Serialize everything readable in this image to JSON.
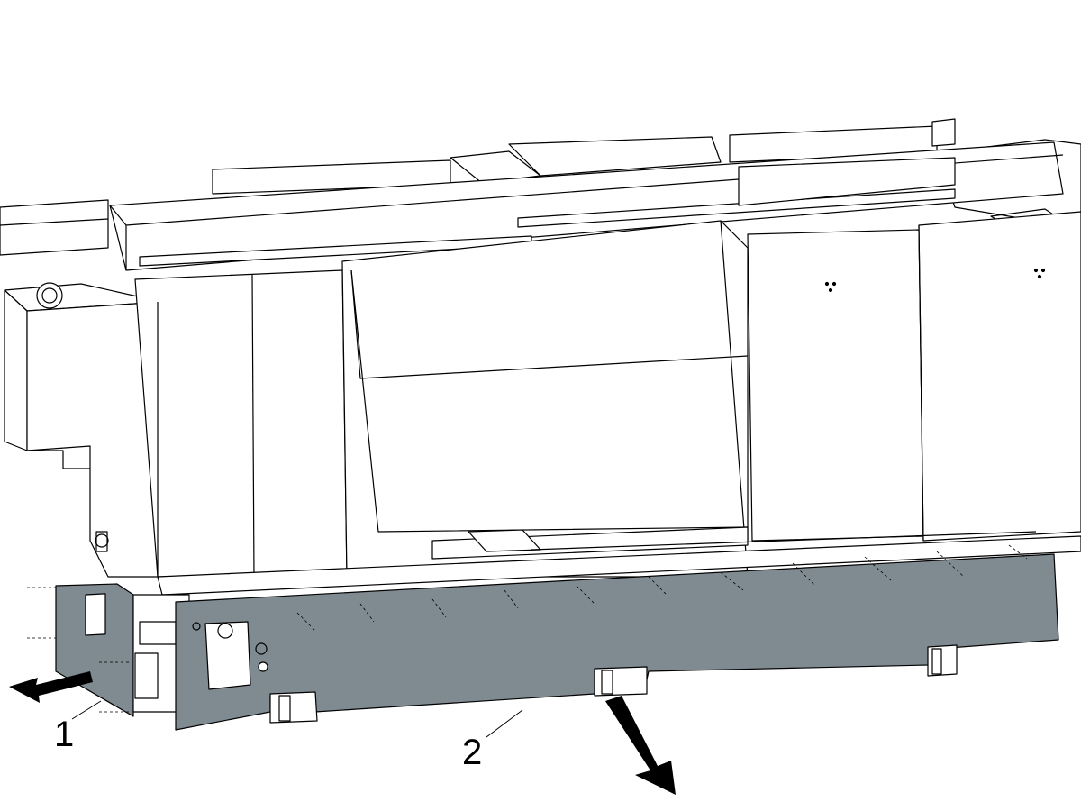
{
  "figure": {
    "callouts": [
      {
        "id": "1",
        "label": "1",
        "target": "end-panel"
      },
      {
        "id": "2",
        "label": "2",
        "target": "front-lower-panel"
      }
    ],
    "colors": {
      "panel_fill": "#7f8a91",
      "line": "#000000",
      "background": "#ffffff",
      "arrow": "#000000"
    },
    "icons": [
      "removal-arrow-left",
      "removal-arrow-down-right"
    ]
  }
}
